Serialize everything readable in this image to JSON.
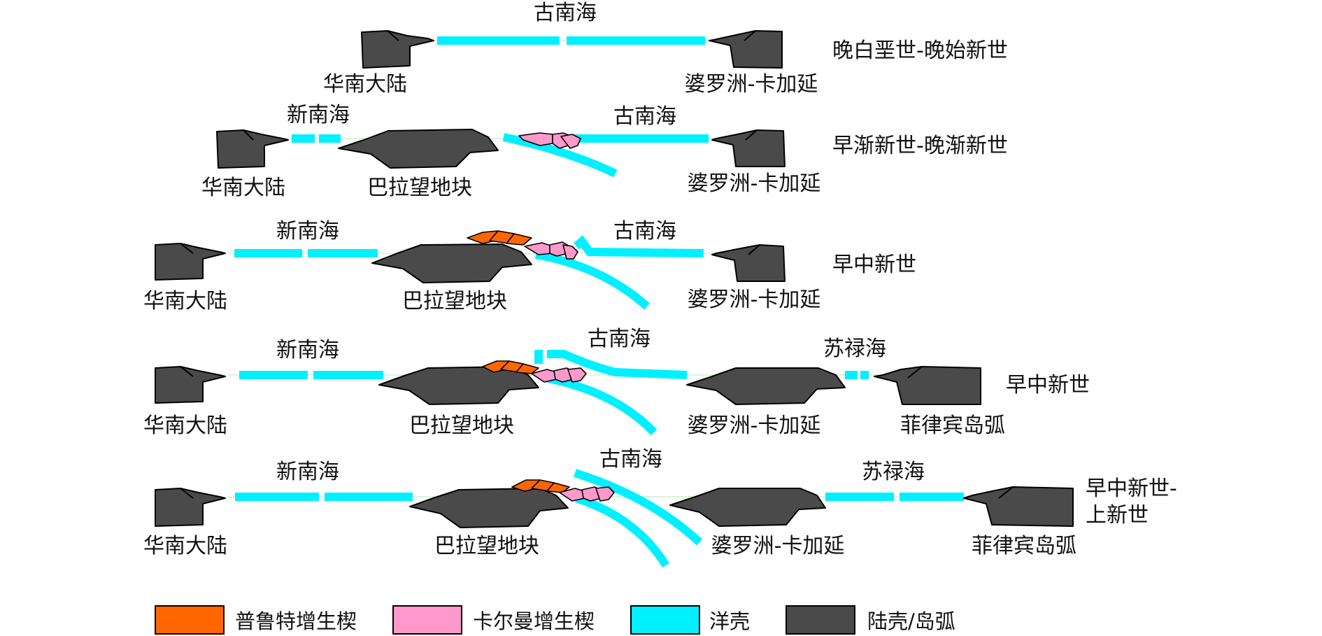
{
  "colors": {
    "puluo_wedge": "#ff6600",
    "kaer_wedge": "#ff99cc",
    "oceanic_crust": "#00f0ff",
    "continental_crust": "#4a4a4a"
  },
  "stages": [
    {
      "period": "晚白垩世-晚始新世",
      "labels": {
        "gunanhai": "古南海",
        "huanan": "华南大陆",
        "poluozhou": "婆罗洲-卡加延"
      }
    },
    {
      "period": "早渐新世-晚渐新世",
      "labels": {
        "xinnanhai": "新南海",
        "gunanhai": "古南海",
        "huanan": "华南大陆",
        "balawang": "巴拉望地块",
        "poluozhou": "婆罗洲-卡加延"
      }
    },
    {
      "period": "早中新世",
      "labels": {
        "xinnanhai": "新南海",
        "gunanhai": "古南海",
        "huanan": "华南大陆",
        "balawang": "巴拉望地块",
        "poluozhou": "婆罗洲-卡加延"
      }
    },
    {
      "period": "早中新世",
      "labels": {
        "xinnanhai": "新南海",
        "gunanhai": "古南海",
        "sulu": "苏禄海",
        "huanan": "华南大陆",
        "balawang": "巴拉望地块",
        "poluozhou": "婆罗洲-卡加延",
        "feilvbin": "菲律宾岛弧"
      }
    },
    {
      "period_line1": "早中新世-",
      "period_line2": "上新世",
      "labels": {
        "xinnanhai": "新南海",
        "gunanhai": "古南海",
        "sulu": "苏禄海",
        "huanan": "华南大陆",
        "balawang": "巴拉望地块",
        "poluozhou": "婆罗洲-卡加延",
        "feilvbin": "菲律宾岛弧"
      }
    }
  ],
  "legend": [
    {
      "label": "普鲁特增生楔",
      "color": "#ff6600"
    },
    {
      "label": "卡尔曼增生楔",
      "color": "#ff99cc"
    },
    {
      "label": "洋壳",
      "color": "#00f0ff"
    },
    {
      "label": "陆壳/岛弧",
      "color": "#4a4a4a"
    }
  ]
}
